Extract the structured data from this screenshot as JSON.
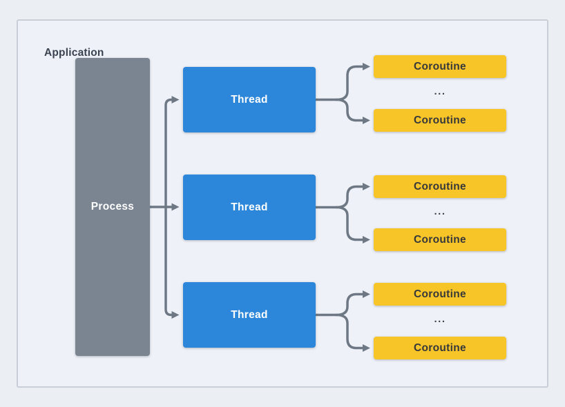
{
  "application": {
    "label": "Application"
  },
  "process": {
    "label": "Process"
  },
  "threads": [
    {
      "label": "Thread",
      "ellipsis": "...",
      "coroutines": [
        "Coroutine",
        "Coroutine"
      ]
    },
    {
      "label": "Thread",
      "ellipsis": "...",
      "coroutines": [
        "Coroutine",
        "Coroutine"
      ]
    },
    {
      "label": "Thread",
      "ellipsis": "...",
      "coroutines": [
        "Coroutine",
        "Coroutine"
      ]
    }
  ],
  "colors": {
    "page_background": "#ebeef2",
    "panel_background": "#eef1f7",
    "panel_border": "#c7ced7",
    "process_fill": "#7a8591",
    "thread_fill": "#2c87da",
    "coroutine_fill": "#f7c527",
    "coroutine_text": "#37383a",
    "label_text": "#3b4350",
    "arrow": "#6d7884",
    "box_text": "#ffffff"
  }
}
